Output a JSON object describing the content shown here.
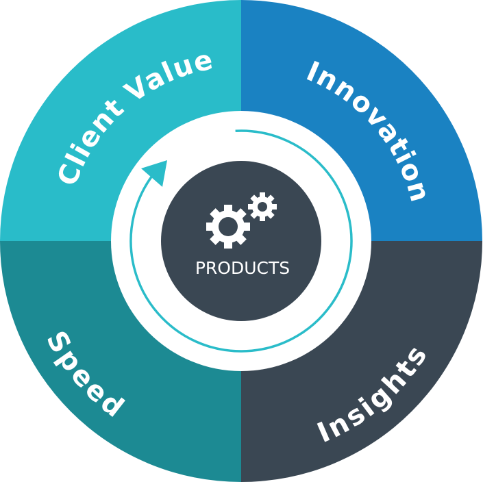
{
  "center": {
    "label": "PRODUCTS",
    "icon": "gears-icon"
  },
  "segments": [
    {
      "label": "Client Value",
      "color": "#29BCC9"
    },
    {
      "label": "Innovation",
      "color": "#1A82C2"
    },
    {
      "label": "Speed",
      "color": "#1C8A93"
    },
    {
      "label": "Insights",
      "color": "#3A4753"
    }
  ],
  "colors": {
    "center": "#3A4753",
    "cycle_arrow": "#2ABCC9",
    "ring": "#FFFFFF"
  }
}
